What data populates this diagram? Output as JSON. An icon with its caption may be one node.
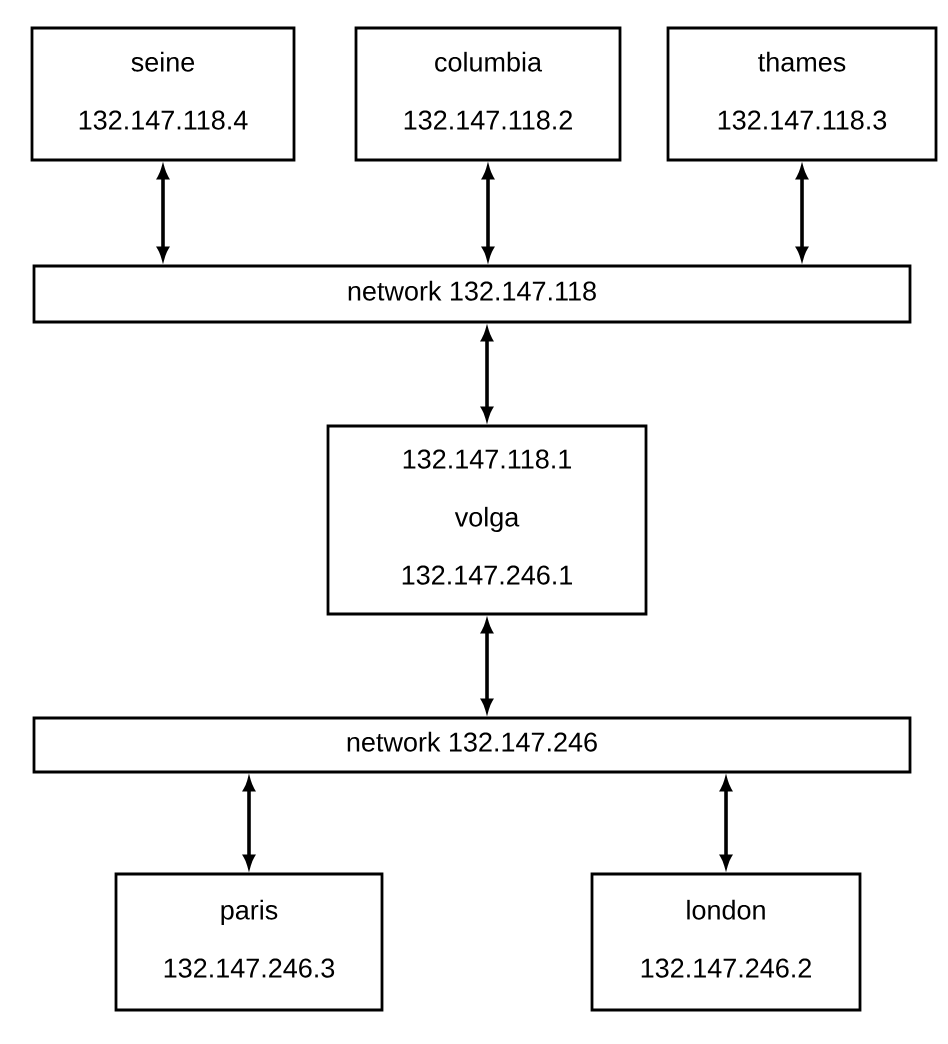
{
  "diagram": {
    "nodes": [
      {
        "text": [
          "seine",
          "132.147.118.4"
        ]
      },
      {
        "text": [
          "columbia",
          "132.147.118.2"
        ]
      },
      {
        "text": [
          "thames",
          "132.147.118.3"
        ]
      },
      {
        "text": [
          "network 132.147.118"
        ]
      },
      {
        "text": [
          "132.147.118.1",
          "volga",
          "132.147.246.1"
        ]
      },
      {
        "text": [
          "network 132.147.246"
        ]
      },
      {
        "text": [
          "paris",
          "132.147.246.3"
        ]
      },
      {
        "text": [
          "london",
          "132.147.246.2"
        ]
      }
    ],
    "edges": [
      {
        "from": 0,
        "to": 3,
        "arrow": "both"
      },
      {
        "from": 1,
        "to": 3,
        "arrow": "both"
      },
      {
        "from": 2,
        "to": 3,
        "arrow": "both"
      },
      {
        "from": 3,
        "to": 4,
        "arrow": "both"
      },
      {
        "from": 4,
        "to": 5,
        "arrow": "both"
      },
      {
        "from": 5,
        "to": 6,
        "arrow": "both"
      },
      {
        "from": 5,
        "to": 7,
        "arrow": "both"
      }
    ]
  }
}
